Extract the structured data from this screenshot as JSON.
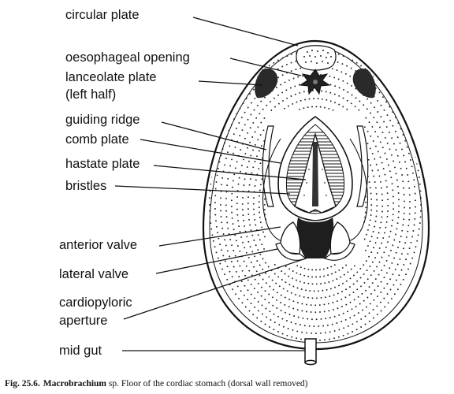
{
  "labels": {
    "circular_plate": "circular plate",
    "oesophageal_opening": "oesophageal opening",
    "lanceolate_plate_l1": "lanceolate plate",
    "lanceolate_plate_l2": "(left half)",
    "guiding_ridge": "guiding ridge",
    "comb_plate": "comb plate",
    "hastate_plate": "hastate plate",
    "bristles": "bristles",
    "anterior_valve": "anterior valve",
    "lateral_valve": "lateral valve",
    "cardiopyloric_l1": "cardiopyloric",
    "cardiopyloric_l2": "aperture",
    "mid_gut": "mid gut"
  },
  "caption": {
    "fig_number": "Fig. 25.6.",
    "genus": "Macrobrachium",
    "rest": " sp. Floor of the cordiac stomach (dorsal wall removed)"
  }
}
